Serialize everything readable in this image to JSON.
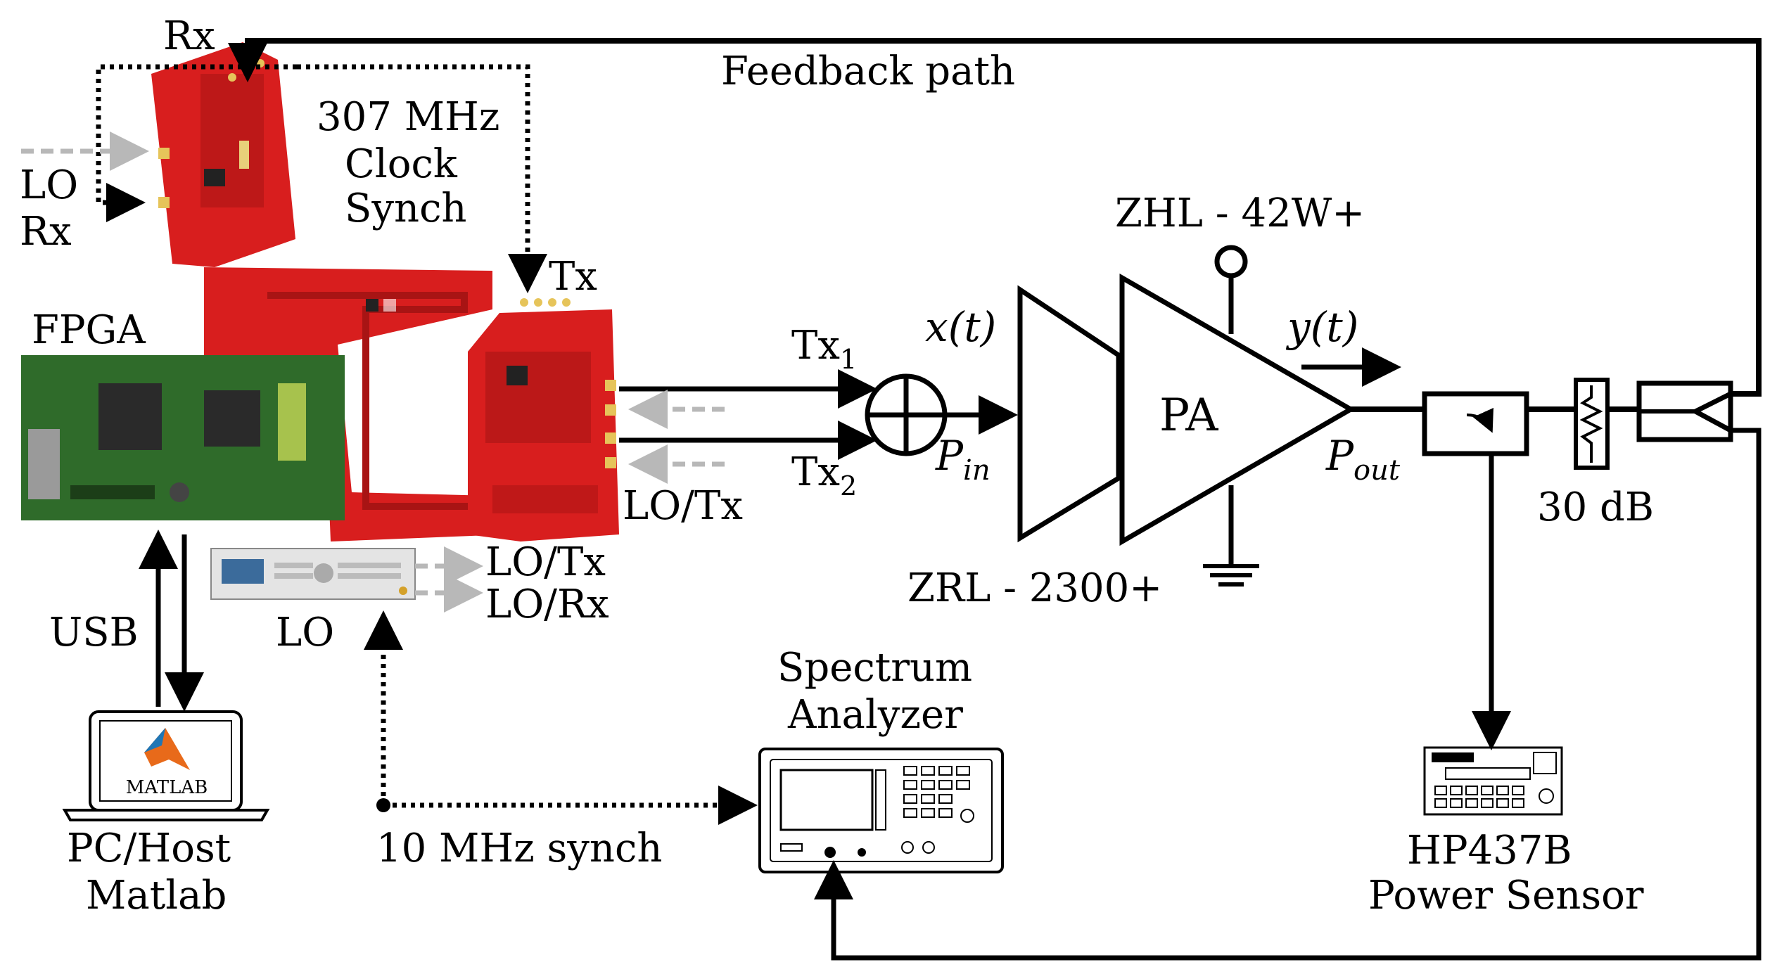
{
  "labels": {
    "rx_top": "Rx",
    "feedback_path": "Feedback path",
    "clock_line1": "307 MHz",
    "clock_line2": "Clock",
    "clock_line3": "Synch",
    "lo_left": "LO",
    "rx_left": "Rx",
    "tx_board": "Tx",
    "fpga": "FPGA",
    "tx1_base": "Tx",
    "tx1_sub": "1",
    "tx2_base": "Tx",
    "tx2_sub": "2",
    "lo_tx_right": "LO/Tx",
    "xt": "x(t)",
    "pin_base": "P",
    "pin_sub": "in",
    "pa": "PA",
    "zhl": "ZHL - 42W+",
    "yt": "y(t)",
    "pout_base": "P",
    "pout_sub": "out",
    "atten": "30 dB",
    "zrl": "ZRL - 2300+",
    "lo_tx_gen": "LO/Tx",
    "lo_rx_gen": "LO/Rx",
    "lo_gen": "LO",
    "usb": "USB",
    "matlab_logo_text": "MATLAB",
    "pc_line1": "PC/Host",
    "pc_line2": "Matlab",
    "synch_10mhz": "10 MHz synch",
    "spectrum_line1": "Spectrum",
    "spectrum_line2": "Analyzer",
    "hp_line1": "HP437B",
    "hp_line2": "Power Sensor"
  },
  "colors": {
    "board_red": "#d81e1e",
    "board_dark_red": "#a81414",
    "fpga_green": "#2f6b2a",
    "gray_arrow": "#b8b8b8",
    "line": "#000000"
  }
}
